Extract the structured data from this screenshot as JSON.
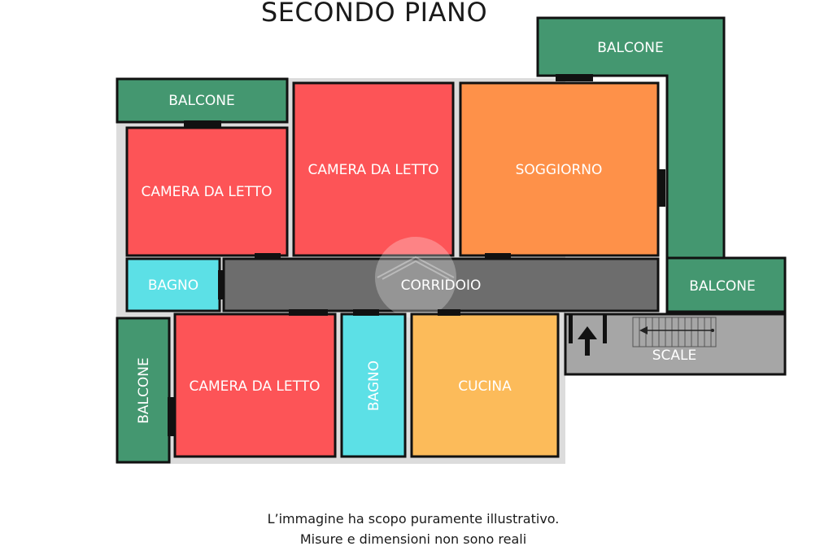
{
  "plan": {
    "title": "SECONDO PIANO",
    "colors": {
      "bedroom": "#fd5457",
      "living": "#fe9149",
      "bath": "#5ce0e6",
      "corridor": "#6d6d6d",
      "kitchen": "#fcbb5a",
      "balcony": "#449770",
      "stairs": "#a6a6a6",
      "wall": "#111111",
      "outline": "#dcdcdc"
    },
    "rooms": {
      "balcone_top_right": "BALCONE",
      "balcone_top_left": "BALCONE",
      "camera_left": "CAMERA DA LETTO",
      "camera_center": "CAMERA DA LETTO",
      "soggiorno": "SOGGIORNO",
      "bagno_left": "BAGNO",
      "corridoio": "CORRIDOIO",
      "balcone_right": "BALCONE",
      "scale": "SCALE",
      "balcone_left": "BALCONE",
      "camera_bottom": "CAMERA DA LETTO",
      "bagno_bottom": "BAGNO",
      "cucina": "CUCINA"
    }
  },
  "disclaimer": {
    "line1": "L’immagine ha scopo puramente illustrativo.",
    "line2": "Misure e dimensioni non sono reali"
  }
}
